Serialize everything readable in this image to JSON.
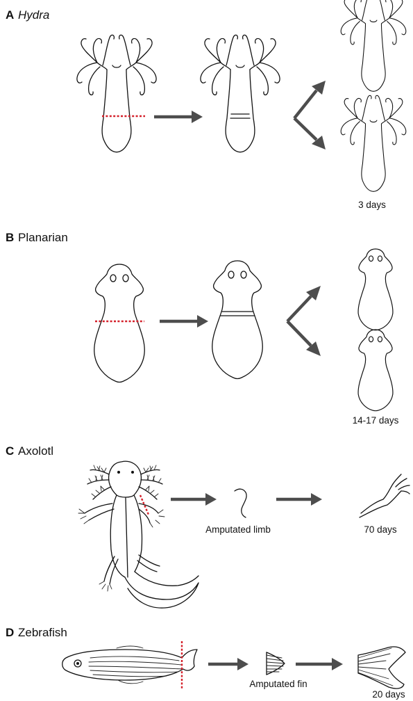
{
  "panels": [
    {
      "letter": "A",
      "name": "Hydra",
      "italic": true,
      "time": "3 days"
    },
    {
      "letter": "B",
      "name": "Planarian",
      "italic": false,
      "time": "14-17 days"
    },
    {
      "letter": "C",
      "name": "Axolotl",
      "italic": false,
      "label": "Amputated limb",
      "time": "70 days"
    },
    {
      "letter": "D",
      "name": "Zebrafish",
      "italic": false,
      "label": "Amputated fin",
      "time": "20 days"
    }
  ],
  "colors": {
    "cut_line": "#d4202a",
    "arrow": "#4d4d4d",
    "outline": "#111111"
  }
}
